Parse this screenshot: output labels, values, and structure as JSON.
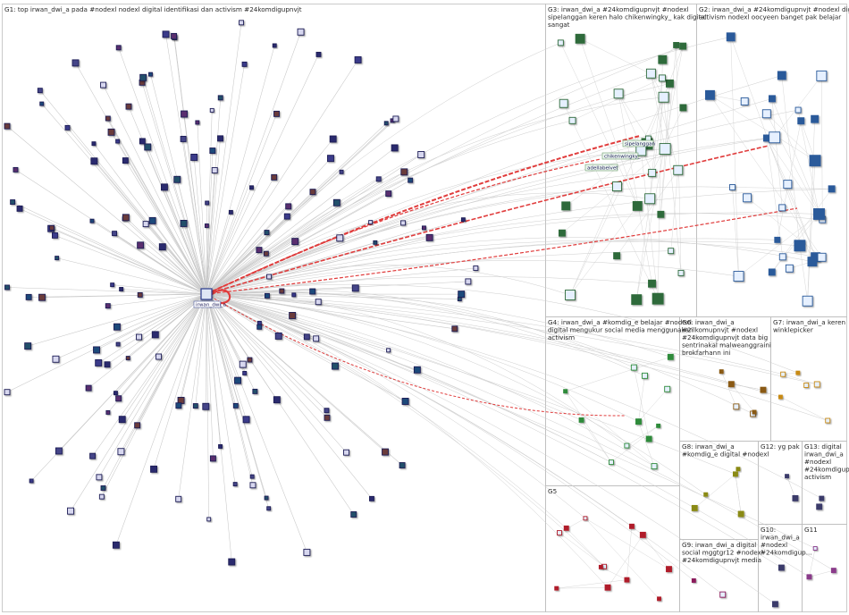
{
  "colors": {
    "background": "#ffffff",
    "group_border": "#bdbdbd",
    "edge": "#c8c8c8",
    "edge_highlight": "#e03c3c",
    "hub": "#2a3a8c"
  },
  "groups": [
    {
      "id": "G1",
      "title": "G1: top irwan_dwi_a pada #nodexl nodexl digital identifikasi dan activism #24komdigupnvjt"
    },
    {
      "id": "G3",
      "title": "G3: irwan_dwi_a #24komdigupnvjt #nodexl sipelanggan keren halo chikenwingky_ kak digital sangat"
    },
    {
      "id": "G2",
      "title": "G2: irwan_dwi_a #24komdigupnvjt #nodexl digital activism nodexl oocyeen banget pak belajar"
    },
    {
      "id": "G4",
      "title": "G4: irwan_dwi_a #komdig_e belajar #nodexl digital mengukur social media menggunakan activism"
    },
    {
      "id": "G6",
      "title": "G6: irwan_dwi_a #2ilkomupnvjt #nodexl #24komdigupnvjt data big sentrinakal malweanggraini brokfarhann ini"
    },
    {
      "id": "G7",
      "title": "G7: irwan_dwi_a keren winklepicker"
    },
    {
      "id": "G5",
      "title": "G5"
    },
    {
      "id": "G8",
      "title": "G8: irwan_dwi_a #komdig_e digital #nodexl"
    },
    {
      "id": "G12",
      "title": "G12: yg pak"
    },
    {
      "id": "G13",
      "title": "G13: digital irwan_dwi_a #nodexl #24komdigup... activism"
    },
    {
      "id": "G9",
      "title": "G9: irwan_dwi_a digital social mggtgr12 #nodexl #24komdigupnvjt media"
    },
    {
      "id": "G10",
      "title": "G10: irwan_dwi_a #nodexl #24komdigup..."
    },
    {
      "id": "G11",
      "title": "G11"
    }
  ],
  "vertex_labels": {
    "hub": "irwan_dwi_a",
    "sipelanggan": "sipelanggan",
    "chikenwingky": "chikenwingky_",
    "adellabelvet": "adellabelvet"
  }
}
